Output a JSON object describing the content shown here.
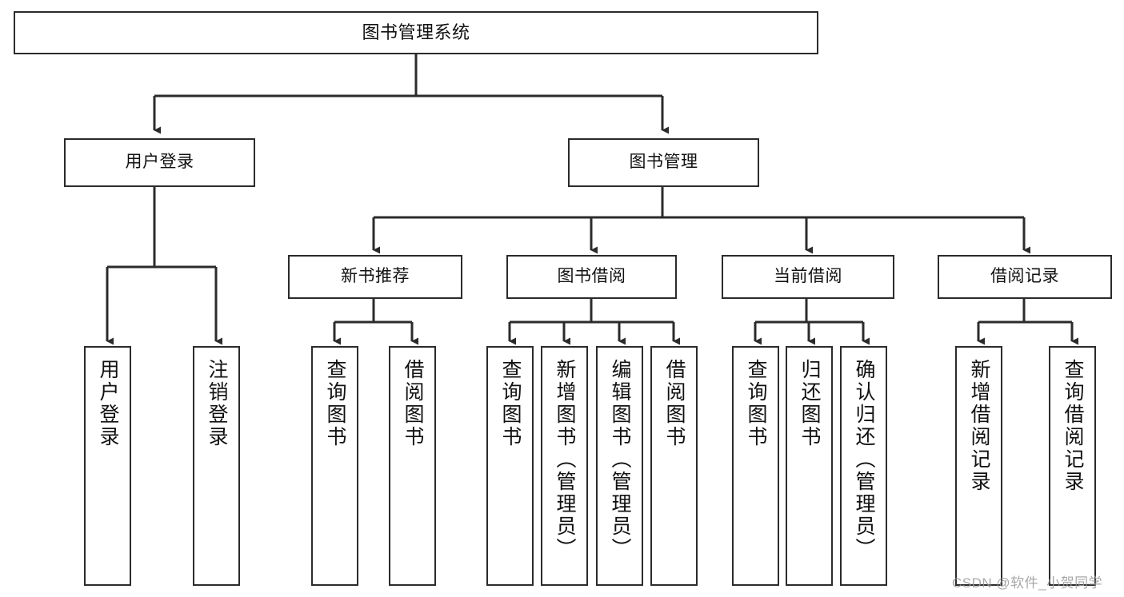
{
  "diagram": {
    "title": "图书管理系统",
    "type": "tree-hierarchy-chart",
    "watermark": "CSDN @软件_小贺同学",
    "colors": {
      "stroke": "#2b2b2b",
      "fill": "#ffffff",
      "text": "#111111",
      "watermark": "#9a9a9a"
    },
    "nodes": {
      "root": {
        "label": "图书管理系统"
      },
      "level2": [
        {
          "id": "user-login",
          "label": "用户登录"
        },
        {
          "id": "book-management",
          "label": "图书管理"
        }
      ],
      "level3": [
        {
          "id": "new-book-recommend",
          "label": "新书推荐"
        },
        {
          "id": "book-borrow",
          "label": "图书借阅"
        },
        {
          "id": "current-borrow",
          "label": "当前借阅"
        },
        {
          "id": "borrow-record",
          "label": "借阅记录"
        }
      ],
      "leaves": {
        "user_login": [
          {
            "id": "leaf-user-login",
            "label": "用户登录"
          },
          {
            "id": "leaf-logout-login",
            "label": "注销登录"
          }
        ],
        "new_book_recommend": [
          {
            "id": "leaf-query-book-1",
            "label": "查询图书"
          },
          {
            "id": "leaf-borrow-book-1",
            "label": "借阅图书"
          }
        ],
        "book_borrow": [
          {
            "id": "leaf-query-book-2",
            "label": "查询图书"
          },
          {
            "id": "leaf-add-book",
            "label": "新增图书（管理员）"
          },
          {
            "id": "leaf-edit-book",
            "label": "编辑图书（管理员）"
          },
          {
            "id": "leaf-borrow-book-2",
            "label": "借阅图书"
          }
        ],
        "current_borrow": [
          {
            "id": "leaf-query-book-3",
            "label": "查询图书"
          },
          {
            "id": "leaf-return-book",
            "label": "归还图书"
          },
          {
            "id": "leaf-confirm-return",
            "label": "确认归还（管理员）"
          }
        ],
        "borrow_record": [
          {
            "id": "leaf-add-record",
            "label": "新增借阅记录"
          },
          {
            "id": "leaf-query-record",
            "label": "查询借阅记录"
          }
        ]
      }
    }
  }
}
